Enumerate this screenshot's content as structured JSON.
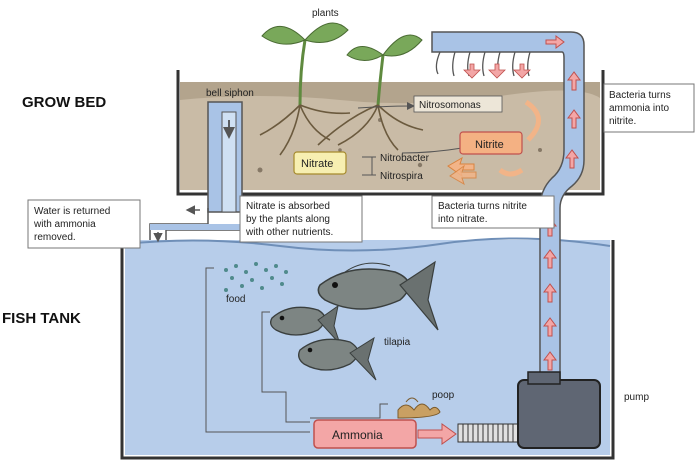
{
  "sections": {
    "grow_bed": "GROW BED",
    "fish_tank": "FISH TANK"
  },
  "labels": {
    "plants": "plants",
    "bell_siphon": "bell siphon",
    "nitrosomonas": "Nitrosomonas",
    "nitrite": "Nitrite",
    "nitrate": "Nitrate",
    "nitrobacter": "Nitrobacter",
    "nitrospira": "Nitrospira",
    "food": "food",
    "tilapia": "tilapia",
    "poop": "poop",
    "ammonia": "Ammonia",
    "pump": "pump"
  },
  "callouts": {
    "water_returned": [
      "Water is returned",
      "with ammonia",
      "removed."
    ],
    "nitrate_absorbed": [
      "Nitrate is absorbed",
      "by the plants along",
      "with other nutrients."
    ],
    "bacteria_nitrite_to_nitrate": [
      "Bacteria turns nitrite",
      "into nitrate."
    ],
    "bacteria_ammonia_to_nitrite": [
      "Bacteria turns",
      "ammonia into",
      "nitrite."
    ]
  },
  "colors": {
    "water": "#b7cdea",
    "water_line": "#6f8fb8",
    "soil": "#c9bba6",
    "nitrate_box": "#f7efb1",
    "nitrite_box": "#f4b183",
    "ammonia_box": "#f3a6a6",
    "arrow_orange": "#f2b488",
    "pipe": "#a9c3e6",
    "pump": "#5f6673",
    "leaf": "#79a85a"
  }
}
